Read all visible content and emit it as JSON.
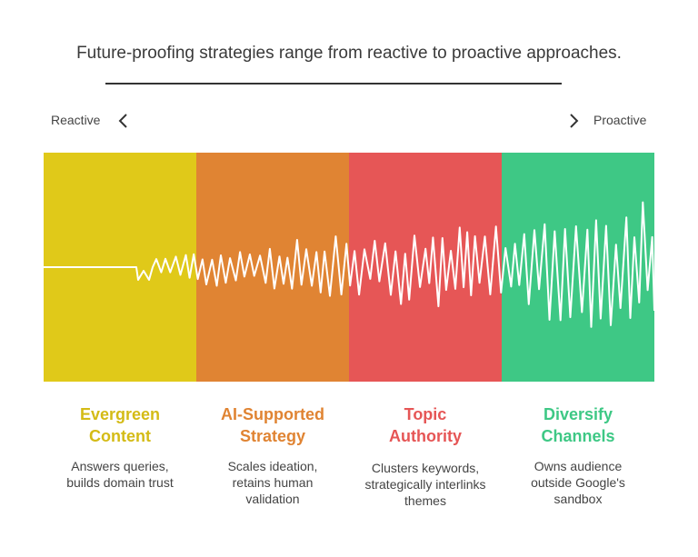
{
  "title": "Future-proofing strategies range from reactive to proactive approaches.",
  "axis": {
    "left_label": "Reactive",
    "right_label": "Proactive"
  },
  "colors": {
    "evergreen": "#e0c919",
    "ai_supported": "#e08433",
    "topic_authority": "#e65656",
    "diversify": "#3ec885",
    "wave": "#ffffff"
  },
  "stages": [
    {
      "title": "Evergreen Content",
      "description": "Answers queries, builds domain trust",
      "color": "#d4bb16"
    },
    {
      "title": "AI-Supported Strategy",
      "description": "Scales ideation, retains human validation",
      "color": "#e08433"
    },
    {
      "title": "Topic Authority",
      "description": "Clusters keywords, strategically interlinks themes",
      "color": "#e65656"
    },
    {
      "title": "Diversify Channels",
      "description": "Owns audience outside Google's sandbox",
      "color": "#3ec885"
    }
  ],
  "icons": {
    "left": "chevron-left-icon",
    "right": "chevron-right-icon"
  }
}
